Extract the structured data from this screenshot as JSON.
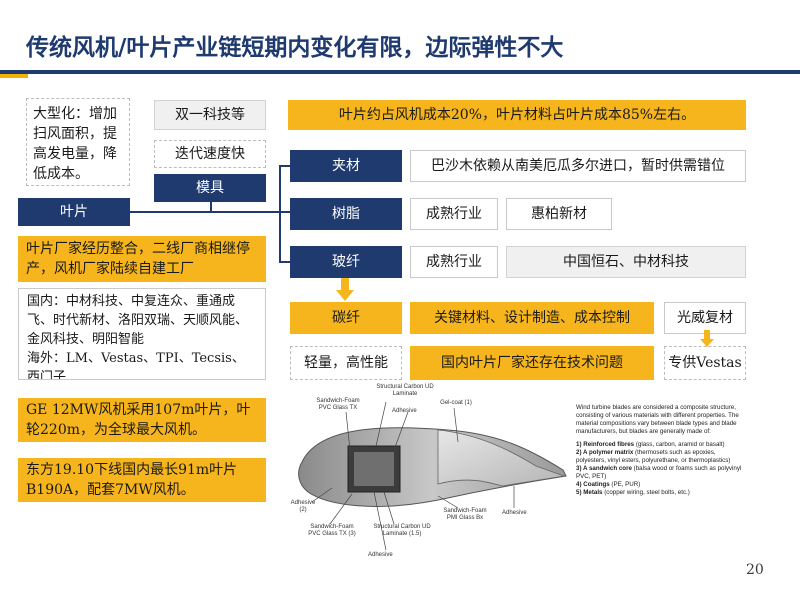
{
  "title": "传统风机/叶片产业链短期内变化有限，边际弹性不大",
  "left": {
    "large_box": "大型化：增加扫风面积，提高发电量，降低成本。",
    "blade": "叶片",
    "consolidation": "叶片厂家经历整合，二线厂商相继停产，风机厂家陆续自建工厂",
    "domestic": "国内：中材科技、中复连众、重通成飞、时代新材、洛阳双瑞、天顺风能、金风科技、明阳智能",
    "overseas": "海外：LM、Vestas、TPI、Tecsis、西门子…",
    "ge": "GE 12MW风机采用107m叶片，叶轮220m，为全球最大风机。",
    "dongfang": "东方19.10下线国内最长91m叶片B190A，配套7MW风机。"
  },
  "top": {
    "shuangyi": "双一科技等",
    "iteration": "迭代速度快",
    "mold": "模具",
    "cost_note": "叶片约占风机成本20%，叶片材料占叶片成本85%左右。"
  },
  "materials": {
    "core": "夹材",
    "core_note": "巴沙木依赖从南美厄瓜多尔进口，暂时供需错位",
    "resin": "树脂",
    "resin_state": "成熟行业",
    "resin_company": "惠柏新材",
    "glass": "玻纤",
    "glass_state": "成熟行业",
    "glass_company": "中国恒石、中材科技",
    "carbon": "碳纤",
    "carbon_keys": "关键材料、设计制造、成本控制",
    "carbon_company": "光威复材",
    "carbon_feature": "轻量，高性能",
    "carbon_issue": "国内叶片厂家还存在技术问题",
    "carbon_supply": "专供Vestas"
  },
  "diagram": {
    "labels": {
      "structural_top": "Structural Carbon UD Laminate",
      "adhesive_top": "Adhesive",
      "gelcoat": "Gel-coat (1)",
      "sandwich_top": "Sandwich-Foam PVC Glass TX",
      "adhesive_left": "Adhesive (2)",
      "sandwich_left": "Sandwich-Foam PVC Glass TX (3)",
      "structural_bottom": "Structural Carbon UD Laminate (1.5)",
      "sandwich_bottom": "Sandwich-Foam PMI Glass Bx",
      "adhesive_right": "Adhesive",
      "adhesive_bottom": "Adhesive"
    },
    "description_intro": "Wind turbine blades are considered a composite structure, consisting of various materials with different properties. The material compositions vary between blade types and blade manufacturers, but blades are generally made of:",
    "list": [
      {
        "term": "1) Reinforced fibres",
        "detail": " (glass, carbon, aramid or basalt)"
      },
      {
        "term": "2) A polymer matrix",
        "detail": " (thermosets such as epoxies, polyesters, vinyl esters, polyurethane, or thermoplastics)"
      },
      {
        "term": "3) A sandwich core",
        "detail": " (balsa wood or foams  such as polyvinyl PVC, PET)"
      },
      {
        "term": "4) Coatings",
        "detail": " (PE, PUR)"
      },
      {
        "term": "5) Metals",
        "detail": " (copper wiring, steel bolts, etc.)"
      }
    ]
  },
  "page_number": "20",
  "colors": {
    "navy": "#1f3a6e",
    "gold": "#f6b51c"
  }
}
